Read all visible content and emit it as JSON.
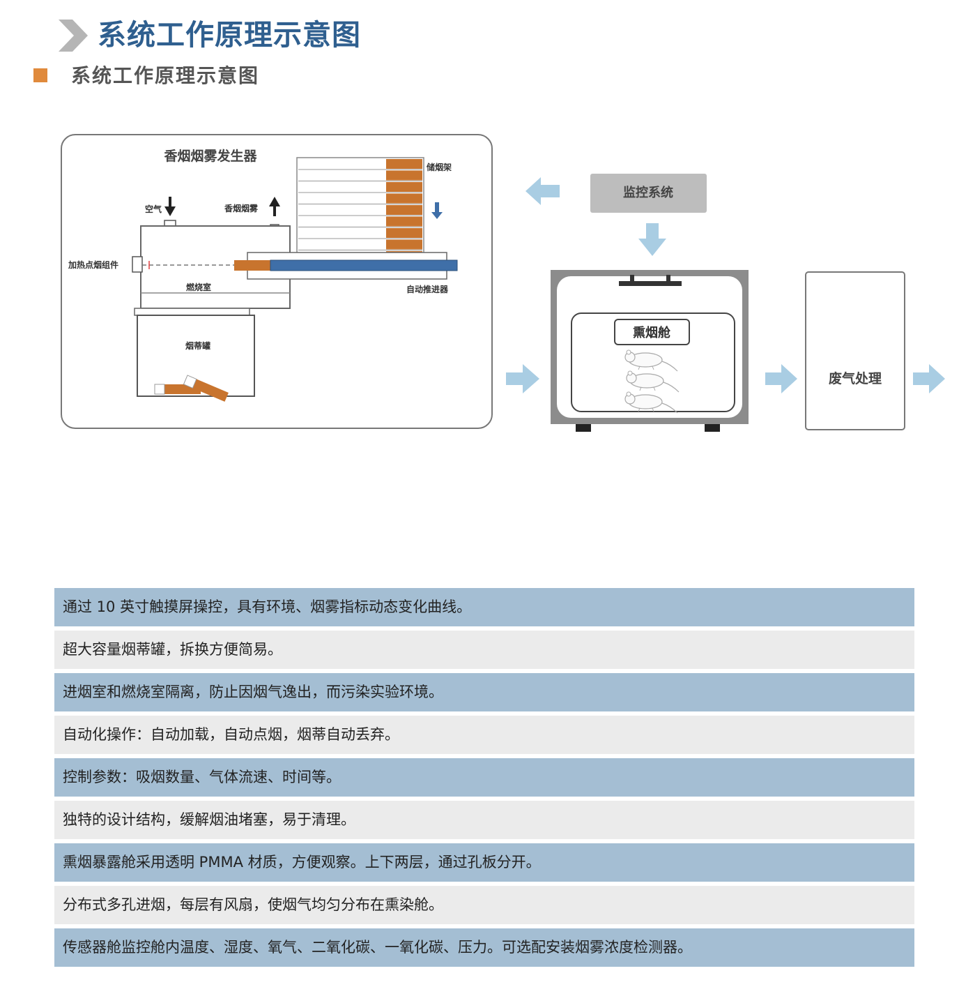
{
  "header": {
    "title": "系统工作原理示意图",
    "subtitle": "系统工作原理示意图",
    "accent_color": "#2f5f8f",
    "bullet_color": "#e08a3c"
  },
  "diagram": {
    "generator_title": "香烟烟雾发生器",
    "storage_rack_label": "储烟架",
    "air_label": "空气",
    "smoke_label": "香烟烟雾",
    "heating_label": "加热点烟组件",
    "combustion_label": "燃烧室",
    "pusher_label": "自动推进器",
    "ash_tank_label": "烟蒂罐",
    "monitor_label": "监控系统",
    "chamber_label": "熏烟舱",
    "exhaust_label": "废气处理",
    "arrow_color": "#a9cde3",
    "cigarette_color": "#c8742e",
    "pusher_color": "#3f6fa8"
  },
  "features": [
    "通过 10 英寸触摸屏操控，具有环境、烟雾指标动态变化曲线。",
    "超大容量烟蒂罐，拆换方便简易。",
    "进烟室和燃烧室隔离，防止因烟气逸出，而污染实验环境。",
    "自动化操作：自动加载，自动点烟，烟蒂自动丢弃。",
    "控制参数：吸烟数量、气体流速、时间等。",
    "独特的设计结构，缓解烟油堵塞，易于清理。",
    "熏烟暴露舱采用透明 PMMA 材质，方便观察。上下两层，通过孔板分开。",
    "分布式多孔进烟，每层有风扇，使烟气均匀分布在熏染舱。",
    "传感器舱监控舱内温度、湿度、氧气、二氧化碳、一氧化碳、压力。可选配安装烟雾浓度检测器。"
  ]
}
